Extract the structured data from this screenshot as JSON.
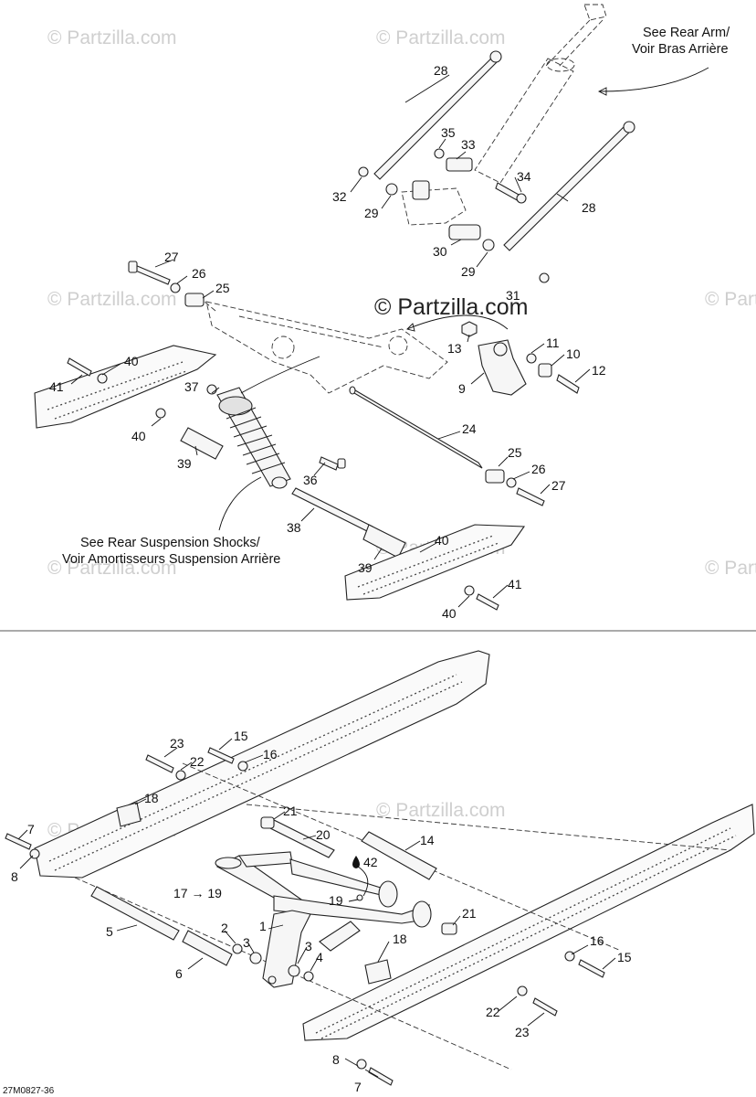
{
  "watermark": "© Partzilla.com",
  "watermark_center": "© Partzilla.com",
  "top_notes": {
    "rear_arm": [
      "See Rear Arm/",
      "Voir Bras Arrière"
    ],
    "rear_shocks": [
      "See Rear Suspension Shocks/",
      "Voir Amortisseurs Suspension Arrière"
    ]
  },
  "top_callouts": [
    "28",
    "35",
    "33",
    "34",
    "32",
    "29",
    "28",
    "30",
    "29",
    "31",
    "27",
    "26",
    "25",
    "13",
    "11",
    "10",
    "12",
    "9",
    "41",
    "40",
    "37",
    "40",
    "24",
    "39",
    "25",
    "26",
    "27",
    "36",
    "38",
    "40",
    "39",
    "41",
    "40"
  ],
  "bottom_callouts": [
    "23",
    "15",
    "22",
    "16",
    "18",
    "21",
    "20",
    "14",
    "7",
    "8",
    "42",
    "17",
    "19",
    "19",
    "1",
    "21",
    "5",
    "2",
    "3",
    "3",
    "4",
    "18",
    "6",
    "16",
    "15",
    "22",
    "23",
    "8",
    "7"
  ],
  "oil_icon_label": "42",
  "arrow_label": "17 → 19",
  "diagram_code": "27M0827-36"
}
